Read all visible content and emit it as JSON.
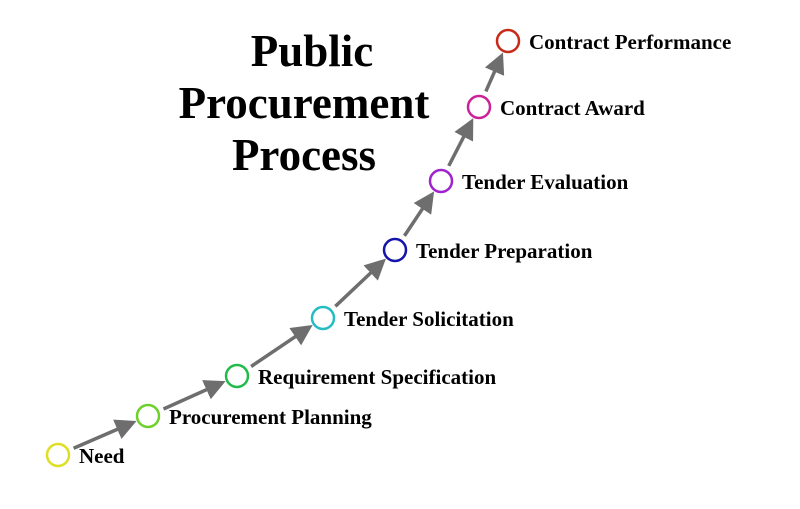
{
  "title": {
    "lines": [
      "Public",
      "Procurement",
      "Process"
    ]
  },
  "steps": [
    {
      "label": "Need",
      "color": "#dede22"
    },
    {
      "label": "Procurement Planning",
      "color": "#6fd02a"
    },
    {
      "label": "Requirement Specification",
      "color": "#22bb4a"
    },
    {
      "label": "Tender Solicitation",
      "color": "#26bcc4"
    },
    {
      "label": "Tender Preparation",
      "color": "#1414a8"
    },
    {
      "label": "Tender Evaluation",
      "color": "#a022cc"
    },
    {
      "label": "Contract Award",
      "color": "#cc2299"
    },
    {
      "label": "Contract Performance",
      "color": "#c82a1a"
    }
  ],
  "arrow_color": "#6e6e6e"
}
